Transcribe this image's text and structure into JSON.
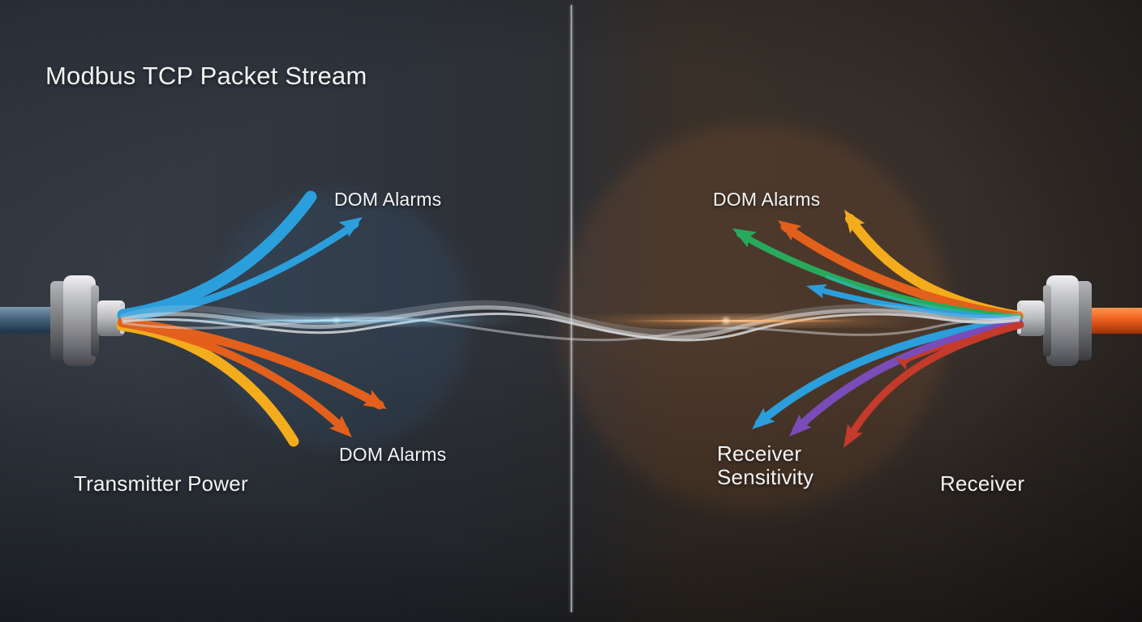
{
  "title": "Modbus TCP Packet Stream",
  "labels": {
    "tx_dom_alarms_top": "DOM Alarms",
    "tx_dom_alarms_bottom": "DOM Alarms",
    "transmitter_power": "Transmitter Power",
    "rx_dom_alarms": "DOM Alarms",
    "receiver_sensitivity": {
      "line1": "Receiver",
      "line2": "Sensitivity"
    },
    "receiver": "Receiver"
  },
  "colors": {
    "blue": "#2B9EDC",
    "green": "#28A95C",
    "teal": "#2AB5A2",
    "orange": "#E2601B",
    "amber": "#F3AC1C",
    "purple": "#7A4CB8",
    "red": "#C43A2B",
    "fiber": "#D8DADD",
    "divider": "#C9CCCE",
    "glow_blue": "#8FD8FF",
    "glow_orange": "#FFA050",
    "text": "#F3F3F3",
    "background_left": "#363C46",
    "background_right": "#362F2A",
    "cable_left": "#3E5F7A",
    "cable_right": "#E8581A",
    "connector_metal": "#B9BABD"
  }
}
